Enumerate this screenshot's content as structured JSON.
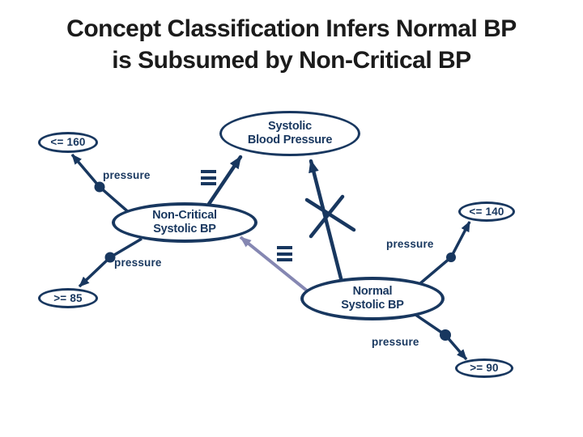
{
  "title": {
    "line1": "Concept Classification Infers Normal BP",
    "line2": "is Subsumed by Non-Critical BP"
  },
  "colors": {
    "diagram_navy": "#18375f",
    "inferred_purple": "#8587b2",
    "title_text": "#1b1b1b",
    "background": "#ffffff"
  },
  "concepts": {
    "sbp": {
      "line1": "Systolic",
      "line2": "Blood Pressure"
    },
    "non_critical": {
      "line1": "Non-Critical",
      "line2": "Systolic BP"
    },
    "normal": {
      "line1": "Normal",
      "line2": "Systolic BP"
    }
  },
  "values": {
    "le160": "<= 160",
    "le140": "<= 140",
    "ge85": ">=  85",
    "ge90": ">=  90"
  },
  "role_labels": [
    "pressure",
    "pressure",
    "pressure",
    "pressure"
  ],
  "icons": {
    "equivalence": "triple-bar"
  },
  "edges": [
    {
      "from": "Non-Critical Systolic BP",
      "to": "Systolic Blood Pressure",
      "type": "is-a-arrow"
    },
    {
      "from": "Normal Systolic BP",
      "to": "Systolic Blood Pressure",
      "type": "is-a-arrow-crossed-out"
    },
    {
      "from": "Normal Systolic BP",
      "to": "Non-Critical Systolic BP",
      "type": "inferred-is-a-arrow"
    },
    {
      "from": "Non-Critical Systolic BP",
      "to": "<= 160",
      "role": "pressure"
    },
    {
      "from": "Non-Critical Systolic BP",
      "to": ">= 85",
      "role": "pressure"
    },
    {
      "from": "Normal Systolic BP",
      "to": "<= 140",
      "role": "pressure"
    },
    {
      "from": "Normal Systolic BP",
      "to": ">= 90",
      "role": "pressure"
    }
  ]
}
